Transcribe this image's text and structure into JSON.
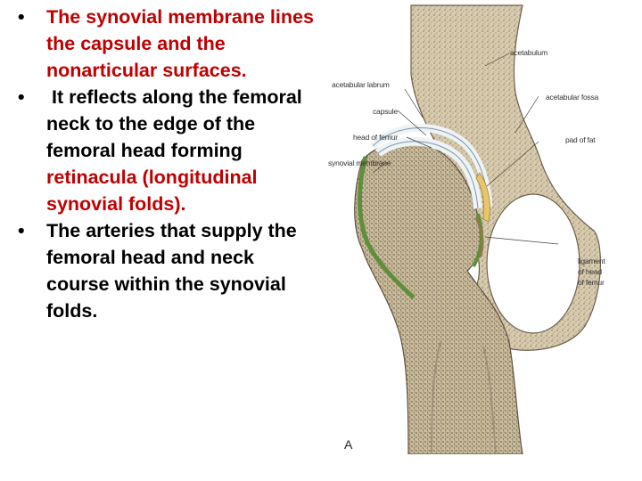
{
  "slide": {
    "bullets": [
      {
        "marker": "•",
        "segments": [
          {
            "text": "The synovial membrane lines the capsule and the nonarticular surfaces.",
            "color": "red"
          }
        ]
      },
      {
        "marker": "•",
        "segments": [
          {
            "text": " It reflects along the femoral neck to the edge of the femoral head forming ",
            "color": "black"
          },
          {
            "text": "retinacula (longitudinal synovial folds).",
            "color": "red"
          }
        ]
      },
      {
        "marker": "•",
        "segments": [
          {
            "text": "The arteries that supply the femoral head and neck course within the synovial folds.",
            "color": "black"
          }
        ]
      }
    ]
  },
  "figure": {
    "labels": {
      "acetabulum": "acetabulum",
      "acetabular_labrum": "acetabular labrum",
      "acetabular_fossa": "acetabular fossa",
      "capsule": "capsule",
      "head_of_femur": "head of femur",
      "pad_of_fat": "pad of fat",
      "synovial_membrane": "synovial membrane",
      "ligament_1": "ligament",
      "ligament_2": "of head",
      "ligament_3": "of femur",
      "panel": "A"
    },
    "colors": {
      "bone": "#d9ccb0",
      "cortex": "#c9b994",
      "synovial": "#5f8f3a",
      "cartilage": "#eef3f6",
      "fat": "#e8c66a"
    }
  }
}
